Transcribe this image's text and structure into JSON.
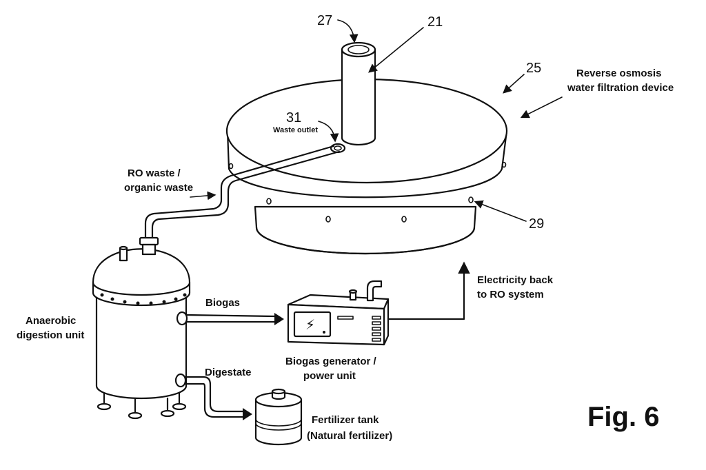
{
  "figure": {
    "label": "Fig. 6"
  },
  "reference_numerals": {
    "n21": "21",
    "n25": "25",
    "n27": "27",
    "n29": "29",
    "n31": "31"
  },
  "labels": {
    "ro_device": [
      "Reverse osmosis",
      "water filtration device"
    ],
    "waste_outlet": "Waste outlet",
    "ro_waste": [
      "RO waste /",
      "organic waste"
    ],
    "anaerobic": [
      "Anaerobic",
      "digestion unit"
    ],
    "biogas": "Biogas",
    "generator": [
      "Biogas generator /",
      "power unit"
    ],
    "electricity": [
      "Electricity back",
      "to RO system"
    ],
    "digestate": "Digestate",
    "fertilizer": [
      "Fertilizer tank",
      "(Natural fertilizer)"
    ]
  },
  "icons": {
    "generator_symbol": "⚡"
  }
}
